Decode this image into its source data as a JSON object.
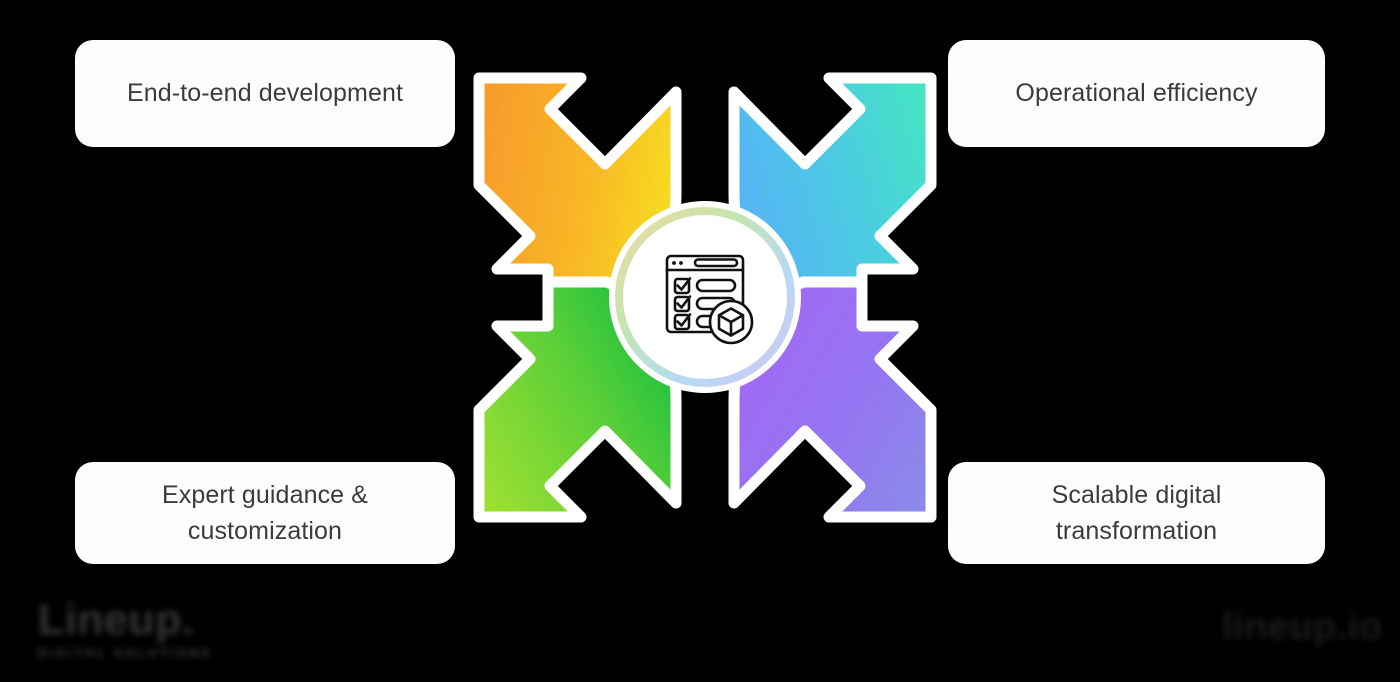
{
  "background_color": "#000000",
  "cards": [
    {
      "id": "end-to-end-development",
      "position": "top-left",
      "lines": [
        "End-to-end development"
      ],
      "text": "End-to-end development"
    },
    {
      "id": "operational-efficiency",
      "position": "top-right",
      "lines": [
        "Operational efficiency"
      ],
      "text": "Operational efficiency"
    },
    {
      "id": "expert-guidance-customization",
      "position": "bottom-left",
      "lines": [
        "Expert guidance &",
        "customization"
      ],
      "text": "Expert guidance & customization"
    },
    {
      "id": "scalable-digital-transformation",
      "position": "bottom-right",
      "lines": [
        "Scalable digital",
        "transformation"
      ],
      "text": "Scalable digital transformation"
    }
  ],
  "card_style": {
    "fill": "#fdfdfc",
    "text_color": "#3b3b3b"
  },
  "diagram": {
    "type": "four-arrow-pinwheel",
    "center_icon": "checklist-window-with-cube-icon",
    "center_circle_fill": "#ffffff",
    "center_ring_colors": [
      "#f6d9a8",
      "#c9e6ae",
      "#b9d9f2",
      "#d2c3f2"
    ],
    "arrow_outline": "#ffffff",
    "arrows": [
      {
        "id": "arrow-top-left",
        "direction": "up-left",
        "gradient_from": "#F9A62A",
        "gradient_to": "#F7DC23",
        "linked_card": "end-to-end-development"
      },
      {
        "id": "arrow-top-right",
        "direction": "up-right",
        "gradient_from": "#55B4F7",
        "gradient_to": "#45E0C8",
        "linked_card": "operational-efficiency"
      },
      {
        "id": "arrow-bottom-left",
        "direction": "down-left",
        "gradient_from": "#98DE33",
        "gradient_to": "#12BE3E",
        "linked_card": "expert-guidance-customization"
      },
      {
        "id": "arrow-bottom-right",
        "direction": "down-right",
        "gradient_from": "#A06CF5",
        "gradient_to": "#8E87EA",
        "linked_card": "scalable-digital-transformation"
      }
    ]
  },
  "watermarks": {
    "left": {
      "main": "Lineup.",
      "sub": "DIGITAL SOLUTIONS",
      "obscured": true
    },
    "right": {
      "main": "lineup.io",
      "obscured": true
    }
  }
}
